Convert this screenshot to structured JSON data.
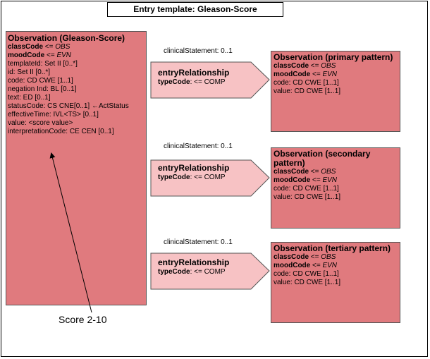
{
  "title": "Entry template: Gleason-Score",
  "main": {
    "title": "Observation (Gleason-Score)",
    "lines": [
      {
        "k": "classCode",
        "op": " <= ",
        "v": "OBS"
      },
      {
        "k": "moodCode",
        "op": " <= ",
        "v": "EVN"
      }
    ],
    "attrs": [
      "templateId: Set II [0..*]",
      "id: Set II [0..*]",
      "code: CD CWE [1..1]",
      "negation Ind: BL [0..1]",
      "text: ED [0..1]",
      "statusCode: CS CNE[0..1] ←ActStatus",
      "effectiveTime: IVL<TS> [0..1]",
      "value: <score value>",
      "interpretationCode: CE CEN [0..1]"
    ]
  },
  "relationships": [
    {
      "clinical": "clinicalStatement: 0..1",
      "title": "entryRelationship",
      "type_key": "typeCode",
      "type_val": "<= COMP"
    },
    {
      "clinical": "clinicalStatement: 0..1",
      "title": "entryRelationship",
      "type_key": "typeCode",
      "type_val": "<= COMP"
    },
    {
      "clinical": "clinicalStatement: 0..1",
      "title": "entryRelationship",
      "type_key": "typeCode",
      "type_val": "<= COMP"
    }
  ],
  "targets": [
    {
      "title": "Observation (primary pattern)",
      "class_key": "classCode",
      "class_val": "OBS",
      "mood_key": "moodCode",
      "mood_val": "EVN",
      "code": "code: CD CWE [1..1]",
      "value": "value: CD CWE [1..1]"
    },
    {
      "title": "Observation (secondary pattern)",
      "class_key": "classCode",
      "class_val": "OBS",
      "mood_key": "moodCode",
      "mood_val": "EVN",
      "code": "code: CD CWE [1..1]",
      "value": "value: CD CWE [1..1]"
    },
    {
      "title": "Observation (tertiary pattern)",
      "class_key": "classCode",
      "class_val": "OBS",
      "mood_key": "moodCode",
      "mood_val": "EVN",
      "code": "code: CD CWE [1..1]",
      "value": "value: CD CWE [1..1]"
    }
  ],
  "annotation": "Score 2-10",
  "colors": {
    "box": "#e07a7e",
    "connector": "#f7c2c4",
    "border": "#555555"
  }
}
